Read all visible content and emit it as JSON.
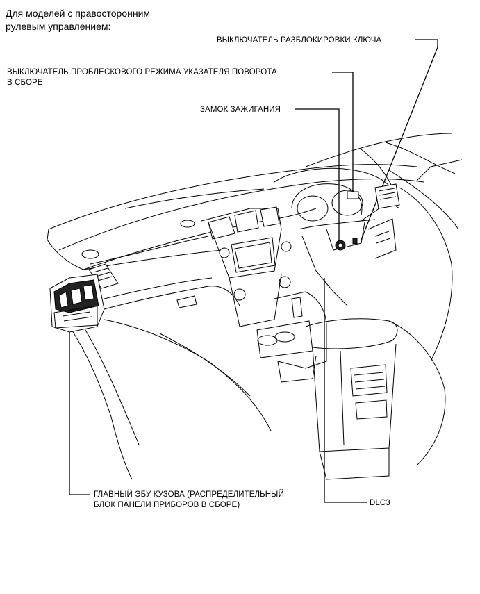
{
  "header": {
    "line1": "Для моделей с правосторонним",
    "line2": "рулевым управлением:"
  },
  "callouts": {
    "key_unlock_switch": "ВЫКЛЮЧАТЕЛЬ РАЗБЛОКИРОВКИ КЛЮЧА",
    "turn_signal_flasher_line1": "ВЫКЛЮЧАТЕЛЬ ПРОБЛЕСКОВОГО РЕЖИМА УКАЗАТЕЛЯ ПОВОРОТА",
    "turn_signal_flasher_line2": "В СБОРЕ",
    "ignition_lock": "ЗАМОК ЗАЖИГАНИЯ",
    "main_body_ecu_line1": "ГЛАВНЫЙ ЭБУ КУЗОВА (РАСПРЕДЕЛИТЕЛЬНЫЙ",
    "main_body_ecu_line2": "БЛОК ПАНЕЛИ ПРИБОРОВ В СБОРЕ)",
    "dlc3": "DLC3"
  }
}
